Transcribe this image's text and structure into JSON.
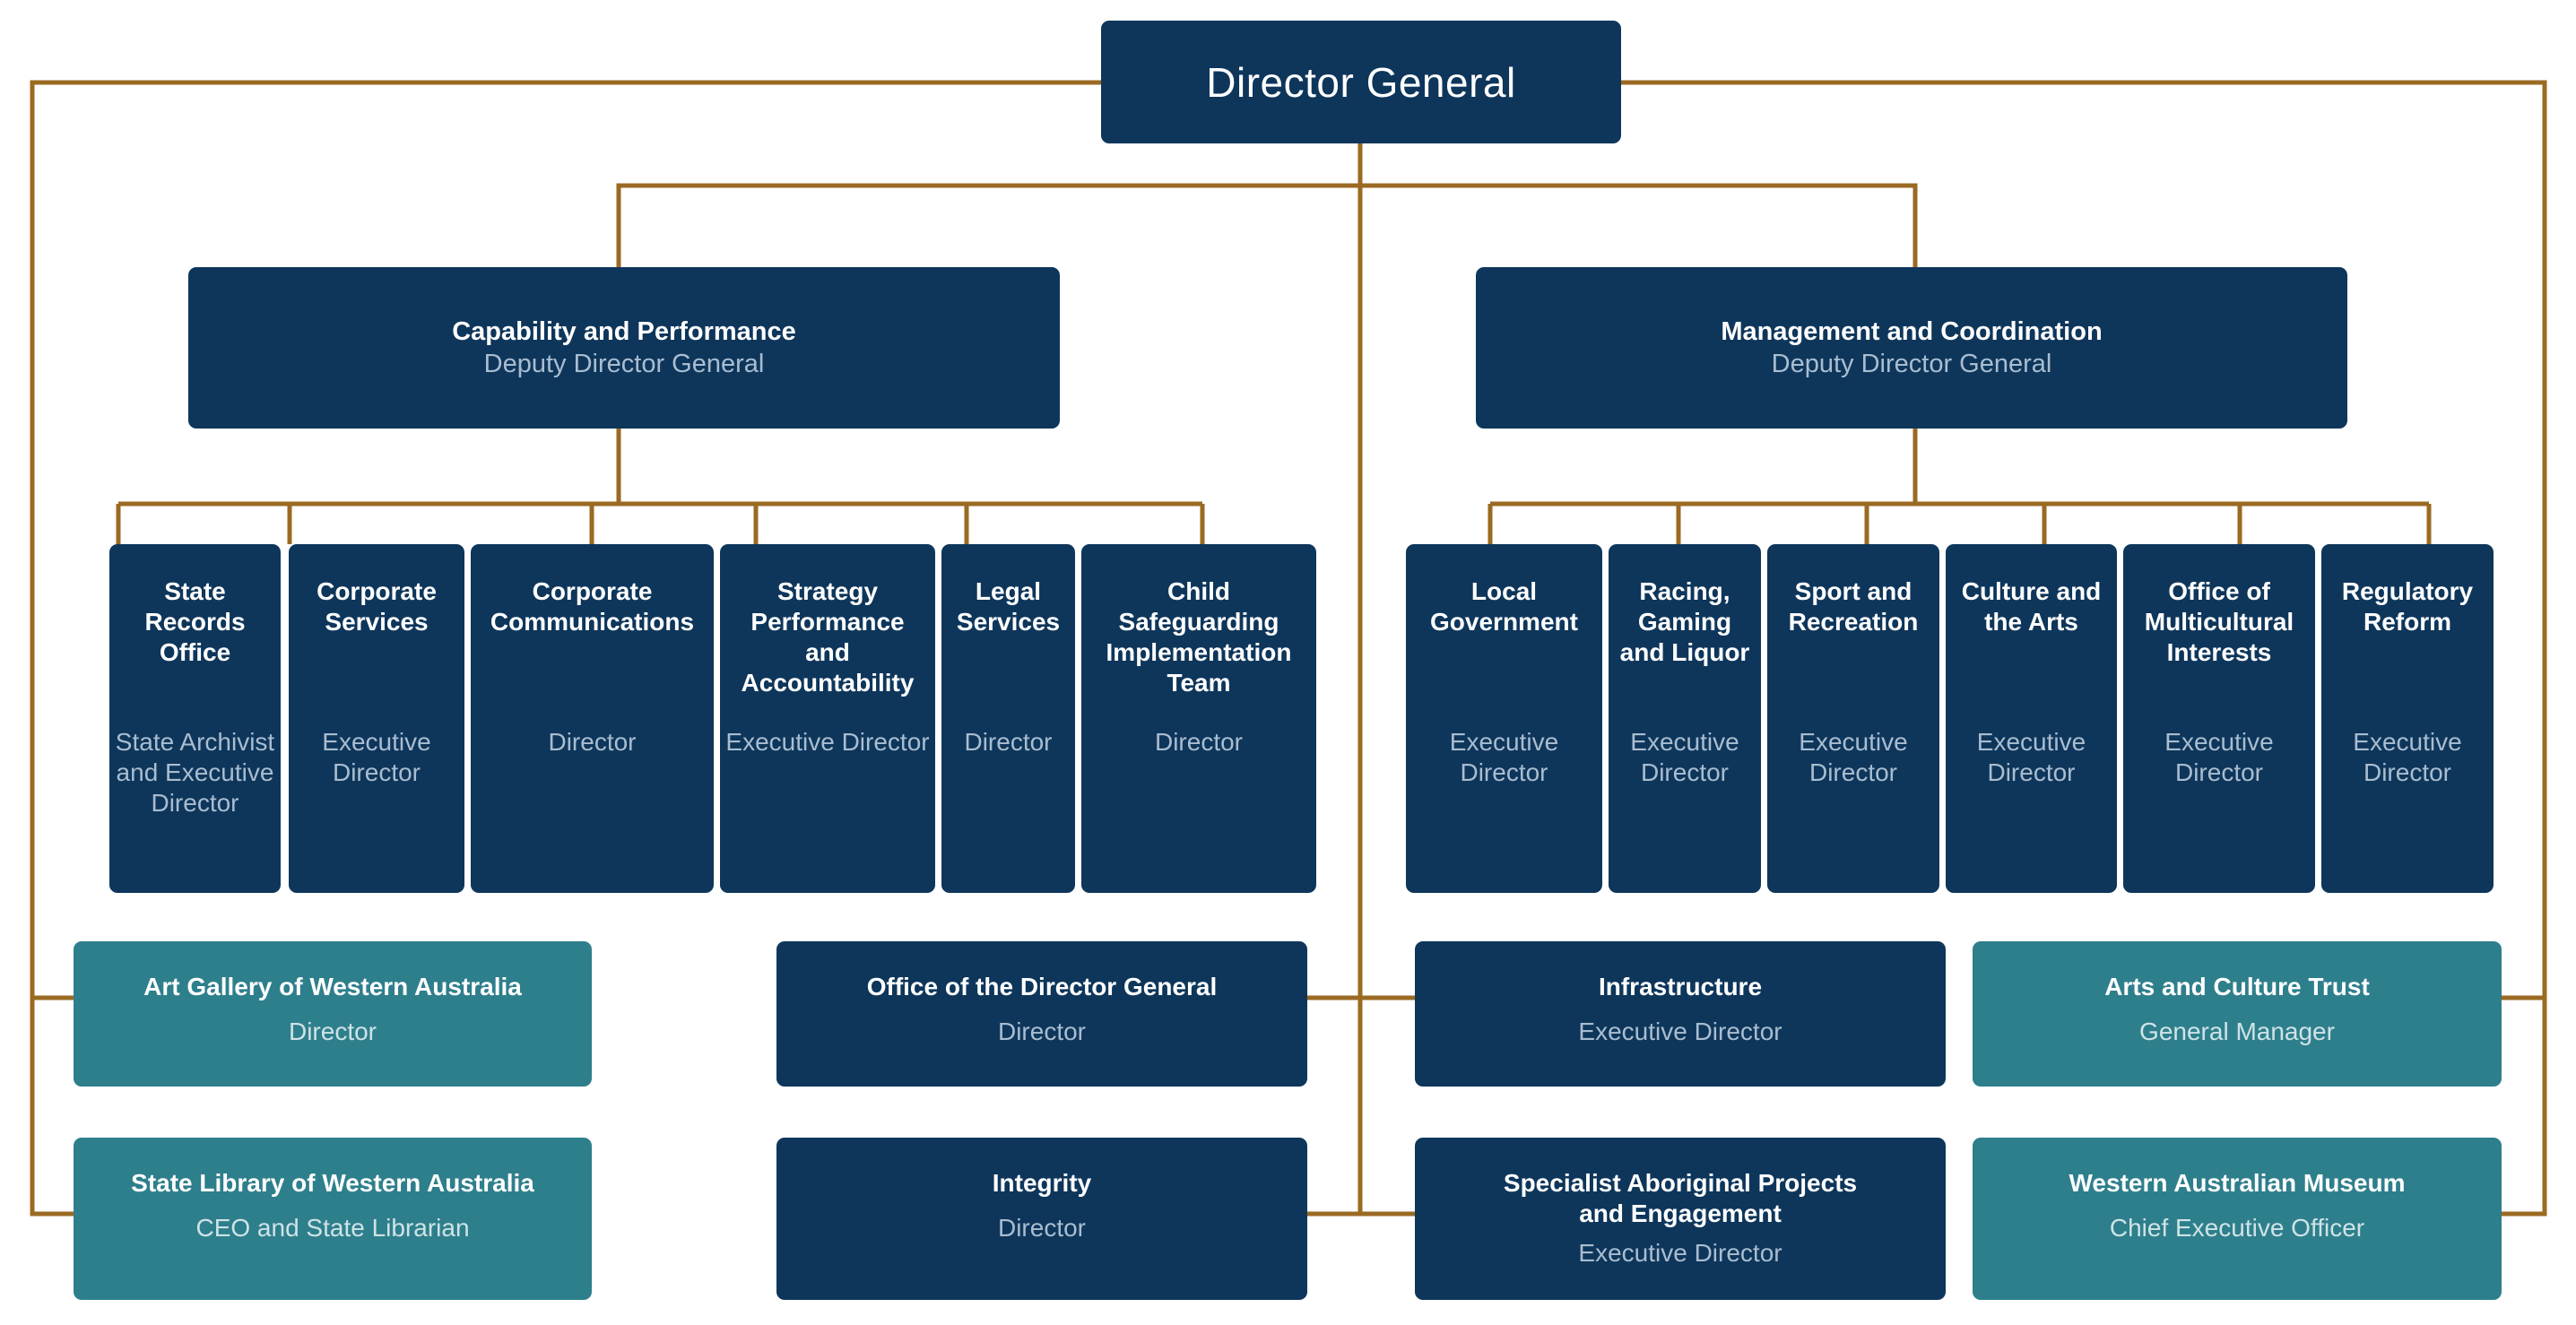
{
  "director_general": {
    "title": "Director General"
  },
  "deputies": [
    {
      "title": "Capability and Performance",
      "subtitle": "Deputy Director General"
    },
    {
      "title": "Management and Coordination",
      "subtitle": "Deputy Director General"
    }
  ],
  "left_units": [
    {
      "title": "State Records Office",
      "subtitle": "State Archivist and Executive Director"
    },
    {
      "title": "Corporate Services",
      "subtitle": "Executive Director"
    },
    {
      "title": "Corporate Communications",
      "subtitle": "Director"
    },
    {
      "title": "Strategy Performance and Accountability",
      "subtitle": "Executive Director"
    },
    {
      "title": "Legal Services",
      "subtitle": "Director"
    },
    {
      "title": "Child Safeguarding Implementation Team",
      "subtitle": "Director"
    }
  ],
  "right_units": [
    {
      "title": "Local Government",
      "subtitle": "Executive Director"
    },
    {
      "title": "Racing, Gaming and Liquor",
      "subtitle": "Executive Director"
    },
    {
      "title": "Sport and Recreation",
      "subtitle": "Executive Director"
    },
    {
      "title": "Culture and the Arts",
      "subtitle": "Executive Director"
    },
    {
      "title": "Office of Multicultural Interests",
      "subtitle": "Executive Director"
    },
    {
      "title": "Regulatory Reform",
      "subtitle": "Executive Director"
    }
  ],
  "bottom_boxes": [
    {
      "title": "Art Gallery of Western Australia",
      "subtitle": "Director"
    },
    {
      "title": "Office of the Director General",
      "subtitle": "Director"
    },
    {
      "title": "Infrastructure",
      "subtitle": "Executive Director"
    },
    {
      "title": "Arts and Culture Trust",
      "subtitle": "General Manager"
    },
    {
      "title": "State Library of Western Australia",
      "subtitle": "CEO and State Librarian"
    },
    {
      "title": "Integrity",
      "subtitle": "Director"
    },
    {
      "title": "Specialist Aboriginal Projects and Engagement",
      "subtitle": "Executive Director"
    },
    {
      "title": "Western Australian Museum",
      "subtitle": "Chief Executive Officer"
    }
  ],
  "colors": {
    "navy": "#0e365b",
    "teal": "#2e7f8c",
    "connector": "#9a6a22",
    "secondary_text": "#a9bdd0"
  }
}
